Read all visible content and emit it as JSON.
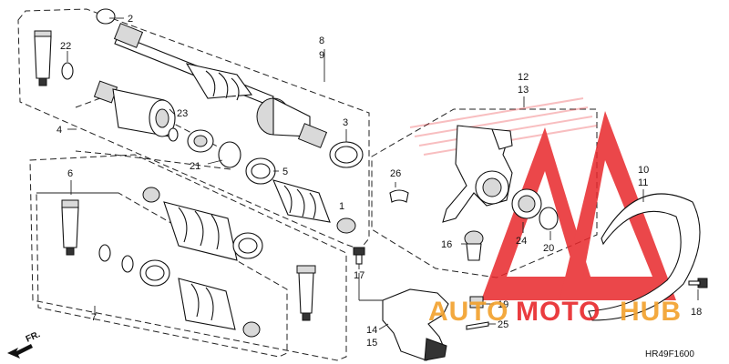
{
  "watermark": {
    "text_auto": "AUTO",
    "text_moto": "MOTO",
    "text_hub": "HUB",
    "color": "#e8272b"
  },
  "diagram_code": "HR49F1600",
  "direction_label": "FR.",
  "callouts": [
    {
      "id": "c1",
      "label": "1"
    },
    {
      "id": "c2",
      "label": "2"
    },
    {
      "id": "c3",
      "label": "3"
    },
    {
      "id": "c4",
      "label": "4"
    },
    {
      "id": "c5",
      "label": "5"
    },
    {
      "id": "c6",
      "label": "6"
    },
    {
      "id": "c7",
      "label": "7"
    },
    {
      "id": "c8",
      "label": "8"
    },
    {
      "id": "c9",
      "label": "9"
    },
    {
      "id": "c10",
      "label": "10"
    },
    {
      "id": "c11",
      "label": "11"
    },
    {
      "id": "c12",
      "label": "12"
    },
    {
      "id": "c13",
      "label": "13"
    },
    {
      "id": "c14",
      "label": "14"
    },
    {
      "id": "c15",
      "label": "15"
    },
    {
      "id": "c16",
      "label": "16"
    },
    {
      "id": "c17",
      "label": "17"
    },
    {
      "id": "c18",
      "label": "18"
    },
    {
      "id": "c19",
      "label": "19"
    },
    {
      "id": "c20",
      "label": "20"
    },
    {
      "id": "c21",
      "label": "21"
    },
    {
      "id": "c22",
      "label": "22"
    },
    {
      "id": "c23",
      "label": "23"
    },
    {
      "id": "c24",
      "label": "24"
    },
    {
      "id": "c25",
      "label": "25"
    },
    {
      "id": "c26",
      "label": "26"
    }
  ]
}
